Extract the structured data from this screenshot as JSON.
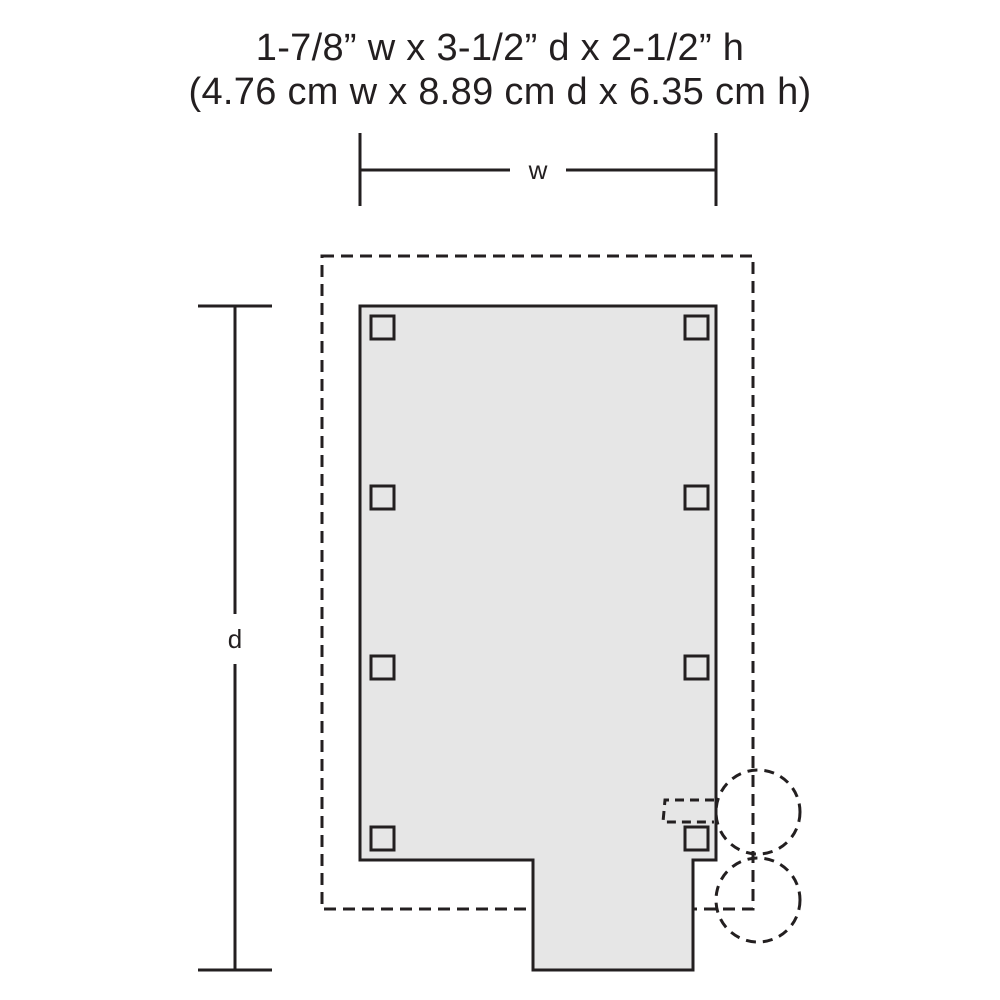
{
  "dimensions": {
    "imperial": "1-7/8” w x 3-1/2” d x 2-1/2” h",
    "metric": "(4.76 cm w x 8.89 cm d x 6.35 cm h)"
  },
  "labels": {
    "width": "w",
    "depth": "d"
  },
  "colors": {
    "line": "#231f20",
    "footprint_fill": "#e6e6e6",
    "background": "#ffffff"
  }
}
